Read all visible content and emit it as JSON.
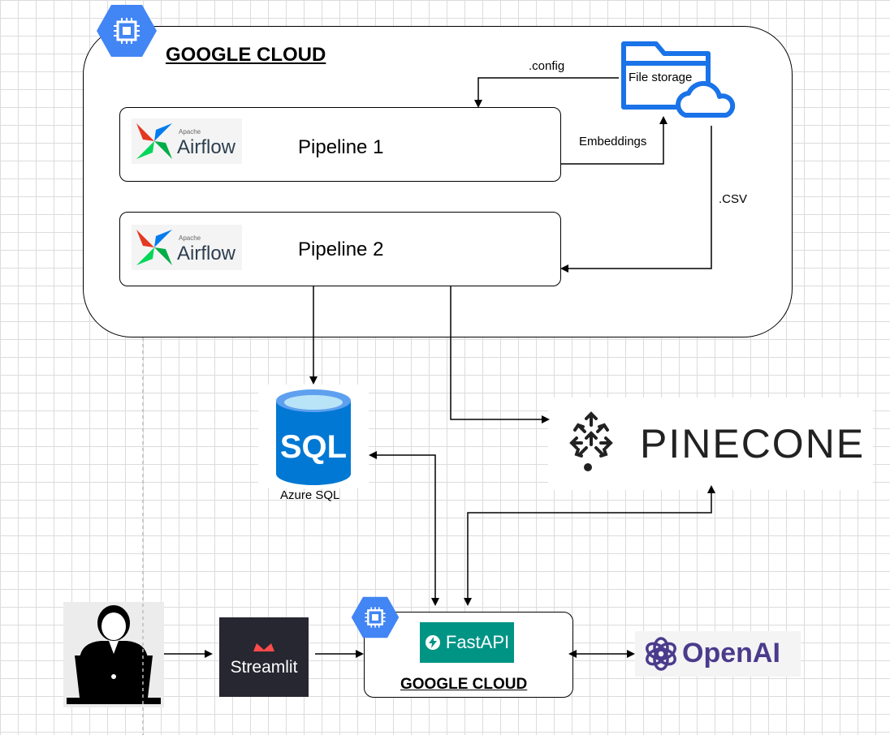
{
  "cloud": {
    "title": "GOOGLE CLOUD"
  },
  "file_storage": {
    "label": "File storage"
  },
  "pipelines": [
    {
      "label": "Pipeline 1",
      "logo_small": "Apache",
      "logo_word": "Airflow"
    },
    {
      "label": "Pipeline 2",
      "logo_small": "Apache",
      "logo_word": "Airflow"
    }
  ],
  "edges": {
    "config": ".config",
    "embeddings": "Embeddings",
    "csv": ".CSV"
  },
  "sql": {
    "label": "Azure SQL",
    "icon_text": "SQL"
  },
  "pinecone": {
    "word": "PINECONE"
  },
  "bottom_cloud": {
    "title": "GOOGLE CLOUD"
  },
  "fastapi": {
    "word": "FastAPI"
  },
  "streamlit": {
    "word": "Streamlit"
  },
  "openai": {
    "word": "OpenAI"
  },
  "colors": {
    "gcp_blue": "#4285f4",
    "sql_blue": "#0078d4",
    "fastapi_teal": "#009485",
    "storage_blue": "#1a73e8"
  }
}
